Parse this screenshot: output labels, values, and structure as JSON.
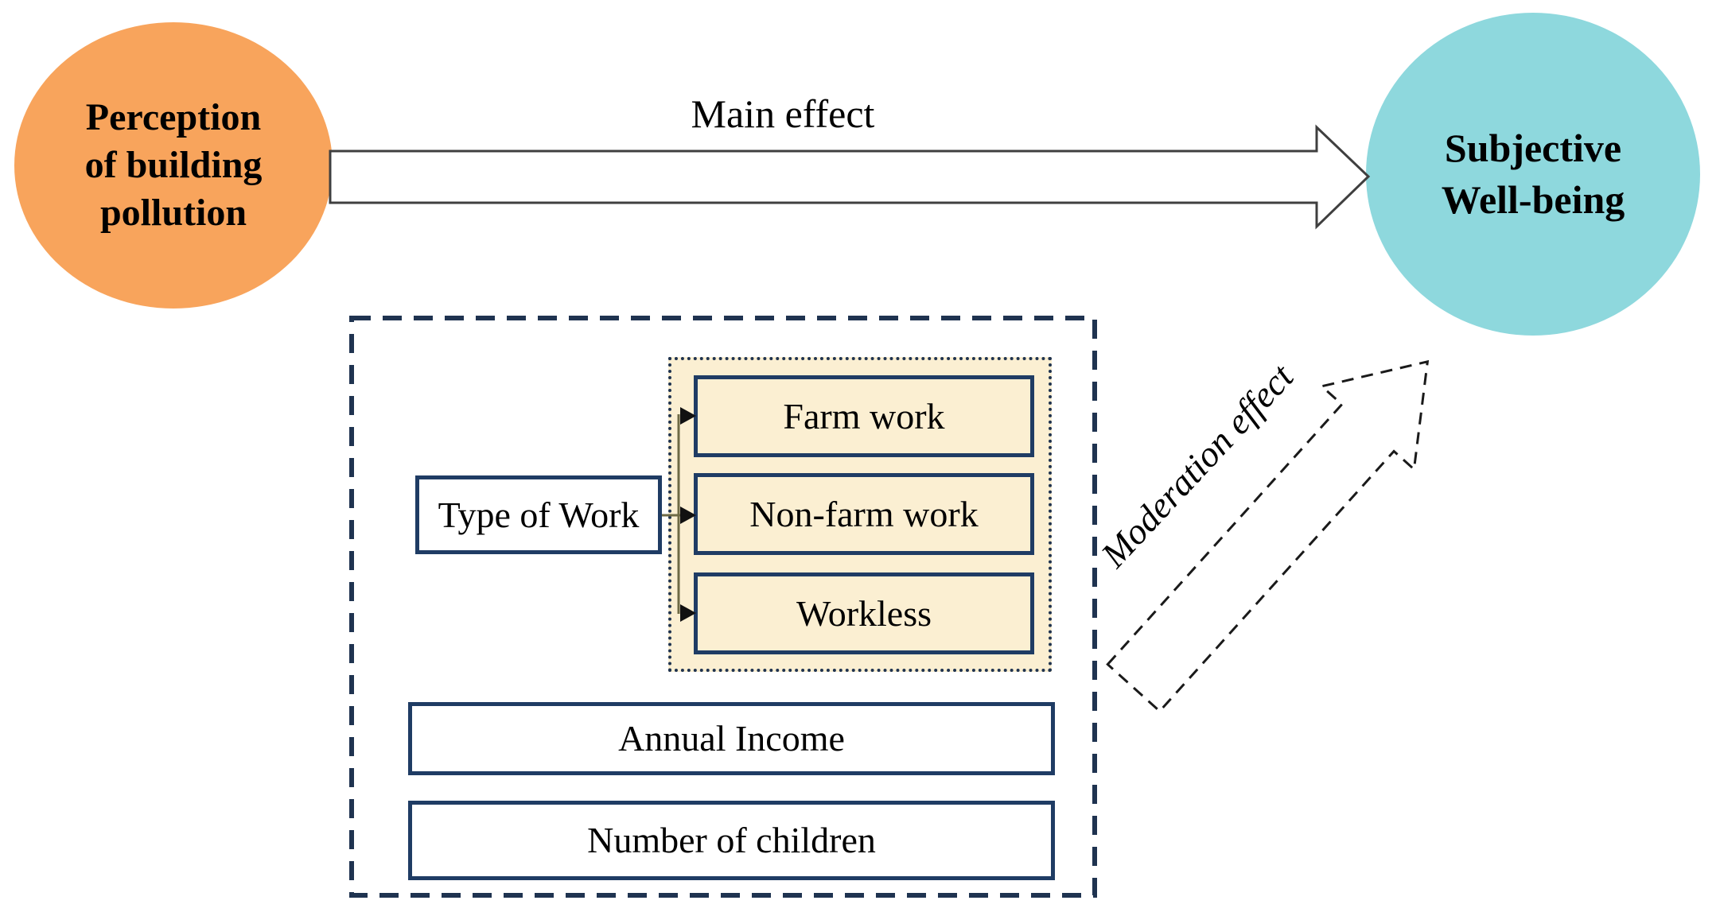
{
  "figure": {
    "type": "moderation-model-diagram",
    "nodes": {
      "perception": {
        "label": "Perception\nof building\npollution",
        "shape": "ellipse",
        "fill": "#F8A45C"
      },
      "wellbeing": {
        "label": "Subjective\nWell-being",
        "shape": "ellipse",
        "fill": "#8ED8DD"
      }
    },
    "arrows": {
      "main": {
        "label": "Main effect",
        "style": "solid-outline-block-arrow",
        "from": "perception",
        "to": "wellbeing"
      },
      "moderation": {
        "label": "Moderation effect",
        "style": "dashed-outline-block-arrow",
        "from": "moderator-panel",
        "to": "main-arrow"
      }
    },
    "moderator_panel": {
      "type_of_work": {
        "label": "Type of Work"
      },
      "work_categories": [
        {
          "label": "Farm work"
        },
        {
          "label": "Non-farm work"
        },
        {
          "label": "Workless"
        }
      ],
      "other_moderators": [
        {
          "label": "Annual Income"
        },
        {
          "label": "Number of children"
        }
      ]
    },
    "colors": {
      "perception_fill": "#F8A45C",
      "wellbeing_fill": "#8ED8DD",
      "category_fill": "#FBEFD2",
      "solid_border_navy": "#1F3C64",
      "dashed_border_navy": "#1F3350",
      "branch_line_olive": "#6E6A45",
      "arrow_outline_gray": "#3F3F3F",
      "text": "#000000"
    }
  }
}
